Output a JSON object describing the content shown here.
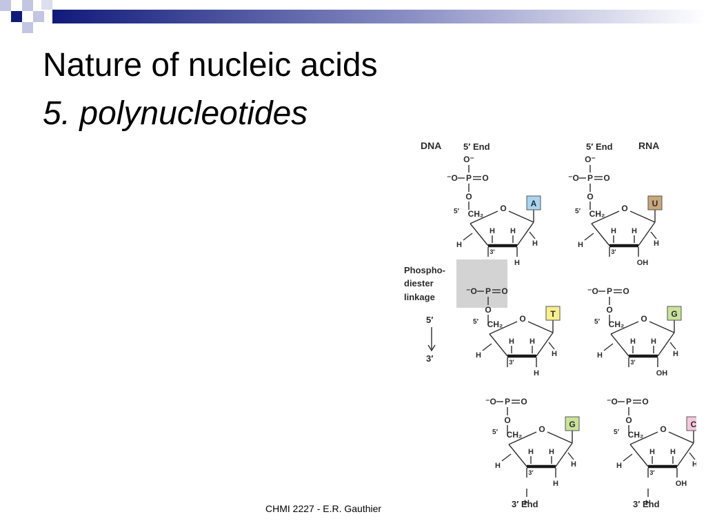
{
  "slide": {
    "title": "Nature of nucleic acids",
    "subtitle": "5. polynucleotides",
    "footer": "CHMI 2227 - E.R. Gauthier"
  },
  "figure": {
    "dna_label": "DNA",
    "rna_label": "RNA",
    "five_end": "5′ End",
    "three_end": "3′ End",
    "linkage_label": [
      "Phospho-",
      "diester",
      "linkage"
    ],
    "direction": [
      "5′",
      "3′"
    ],
    "dna_bases": [
      "A",
      "T",
      "G"
    ],
    "rna_bases": [
      "U",
      "G",
      "C"
    ],
    "base_colors": {
      "A": "#a8d4f0",
      "T": "#f7ef8c",
      "G": "#c9e39a",
      "U": "#c9a77a",
      "C": "#f5c6dc"
    },
    "linkage_color": "#d3d3d3",
    "phosphate": {
      "o": "O",
      "o_minus": "O⁻",
      "minus_o": "⁻O",
      "p": "P"
    },
    "sugar": {
      "ch2": "CH₂",
      "five_prime": "5′",
      "three_prime": "3′",
      "ring_o": "O",
      "h": "H",
      "oh": "OH"
    }
  }
}
